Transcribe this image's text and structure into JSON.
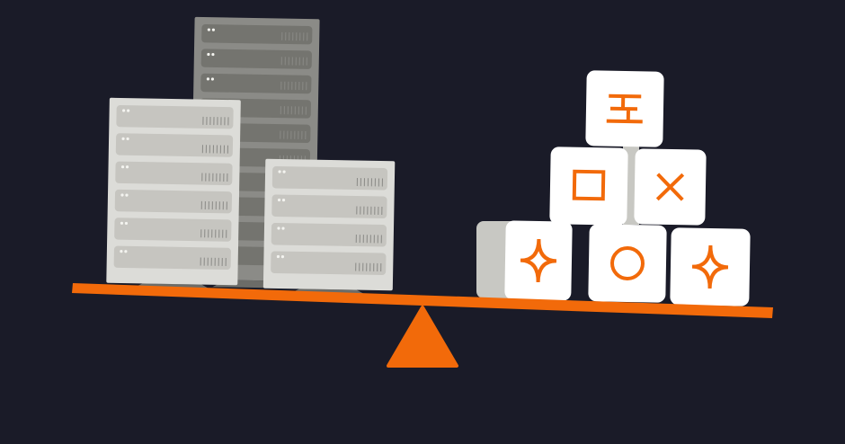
{
  "colors": {
    "background": "#1a1b28",
    "accent": "#f26a0a",
    "server_light": "#dcdcd8",
    "server_light_slot": "#c6c5c0",
    "server_dark": "#8b8b87",
    "server_dark_slot": "#74746f",
    "block": "#ffffff",
    "block_shadow": "#c8c8c3"
  },
  "scene": {
    "left_side": "server-racks",
    "right_side": "symbol-blocks",
    "block_symbols": [
      "korean-character",
      "square",
      "cross",
      "sparkle",
      "circle",
      "sparkle"
    ]
  }
}
